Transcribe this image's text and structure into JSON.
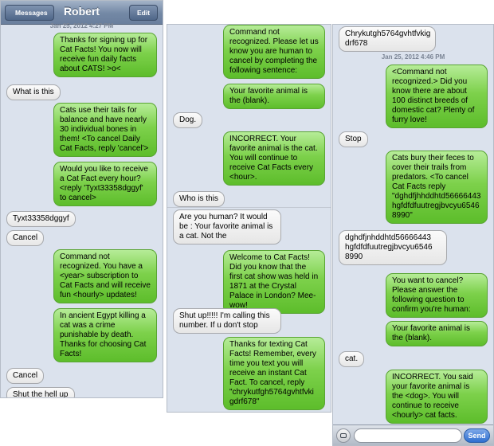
{
  "nav": {
    "back_label": "Messages",
    "title": "Robert",
    "edit_label": "Edit"
  },
  "timestamps": {
    "first": "Jan 25, 2012 4:27 PM",
    "second": "Jan 25, 2012 4:46 PM"
  },
  "panel1": [
    {
      "dir": "out",
      "text": "Thanks for signing up for Cat Facts! You now will receive fun daily facts about CATS! >o<"
    },
    {
      "dir": "in",
      "text": "What is this"
    },
    {
      "dir": "out",
      "text": "Cats use their tails for balance and have nearly 30 individual bones in them! <To cancel Daily Cat Facts, reply 'cancel'>"
    },
    {
      "dir": "out",
      "text": "Would you like to receive a Cat Fact every hour? <reply 'Tyxt33358dggyf' to cancel>"
    },
    {
      "dir": "in",
      "text": "Tyxt33358dggyf"
    },
    {
      "dir": "in",
      "text": "Cancel"
    },
    {
      "dir": "out",
      "text": "Command not recognized. You have a <year> subscription to Cat Facts and will receive fun <hourly> updates!"
    },
    {
      "dir": "out",
      "text": "In ancient Egypt killing a cat was a crime punishable by death. Thanks for choosing Cat Facts!"
    },
    {
      "dir": "in",
      "text": "Cancel"
    },
    {
      "dir": "in",
      "text": "Shut the hell up"
    }
  ],
  "panel2": [
    {
      "dir": "out",
      "text": "Command not recognized. Please let us know you are human to cancel by completing the following sentence:"
    },
    {
      "dir": "out",
      "text": "Your favorite animal is the (blank)."
    },
    {
      "dir": "in",
      "text": "Dog."
    },
    {
      "dir": "out",
      "text": "INCORRECT. Your favorite animal is the cat. You will continue to receive Cat Facts every <hour>."
    },
    {
      "dir": "in",
      "text": "Who is this"
    },
    {
      "dir": "in",
      "text": "Are you human? It would be : Your favorite animal is a cat. Not the"
    },
    {
      "dir": "out",
      "text": "Welcome to Cat Facts! Did you know that the first cat show was held in 1871 at the Crystal Palace in London? Mee-wow!"
    },
    {
      "dir": "in",
      "text": "Shut up!!!!! I'm calling this number. If u don't stop"
    },
    {
      "dir": "out",
      "text": "Thanks for texting Cat Facts! Remember, every time you text you will receive an instant Cat Fact. To cancel, reply \"chrykutfgh5764gvhtfvki gdrf678\""
    }
  ],
  "panel3": [
    {
      "dir": "in",
      "text": "Chrykutgh5764gvhtfvkig drf678"
    },
    {
      "dir": "out",
      "text": "<Command not recognized.> Did you know there are about 100 distinct breeds of domestic cat? Plenty of furry love!"
    },
    {
      "dir": "in",
      "text": "Stop"
    },
    {
      "dir": "out",
      "text": "Cats bury their feces to cover their trails from predators. <To cancel Cat Facts reply \"dghdfjhhddhtd56666443 hgfdfdfuutregjbvcyu6546 8990\""
    },
    {
      "dir": "in",
      "text": "dghdfjnhddhtd56666443 hgfdfdfuutregjbvcyu6546 8990"
    },
    {
      "dir": "out",
      "text": "You want to cancel? Please answer the following question to confirm you're human:"
    },
    {
      "dir": "out",
      "text": "Your favorite animal is the (blank)."
    },
    {
      "dir": "in",
      "text": "cat."
    },
    {
      "dir": "out",
      "text": "INCORRECT. You said your favorite animal is the <dog>. You will continue to receive <hourly> cat facts."
    }
  ],
  "input": {
    "placeholder": "",
    "send_label": "Send"
  },
  "colors": {
    "outgoing_bubble": "#7dd14b",
    "incoming_bubble": "#ededed",
    "thread_bg": "#dbe2ed",
    "nav_bar": "#7388a5"
  }
}
